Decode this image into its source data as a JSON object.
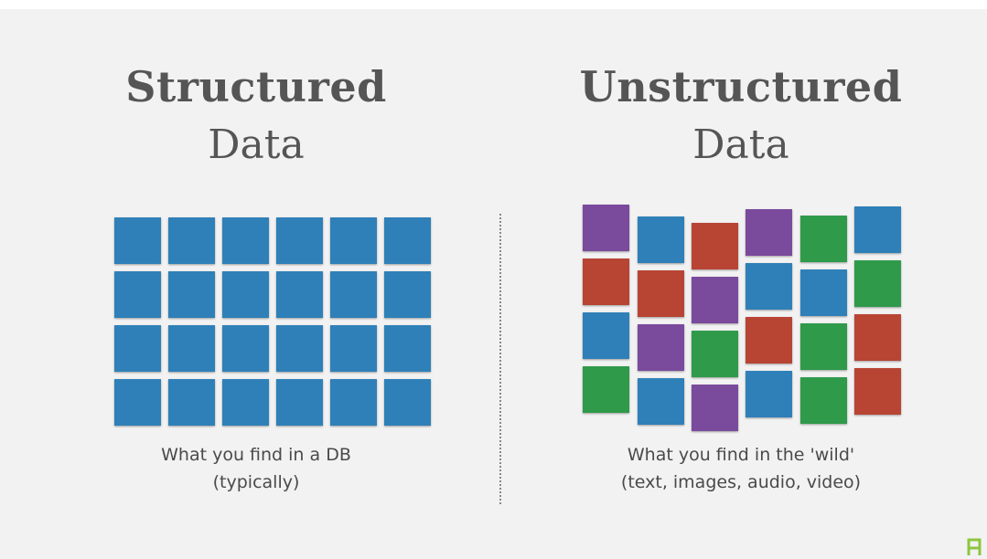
{
  "left": {
    "title_bold": "Structured",
    "title_light": "Data",
    "caption_line1": "What you find in a DB",
    "caption_line2": "(typically)"
  },
  "right": {
    "title_bold": "Unstructured",
    "title_light": "Data",
    "caption_line1": "What you find in the 'wild'",
    "caption_line2": "(text, images, audio, video)"
  },
  "colors": {
    "blue": "#2f80b8",
    "red": "#b84434",
    "purple": "#7a4a9c",
    "green": "#2f9a4a",
    "background": "#f2f2f2",
    "logo": "#8cc63f"
  },
  "structured_grid": {
    "rows": 4,
    "columns": 6,
    "color": "blue"
  },
  "unstructured_columns": [
    [
      "purple",
      "red",
      "blue",
      "green"
    ],
    [
      "blue",
      "red",
      "purple",
      "blue"
    ],
    [
      "red",
      "purple",
      "green",
      "purple"
    ],
    [
      "purple",
      "blue",
      "red",
      "blue"
    ],
    [
      "green",
      "blue",
      "green",
      "green"
    ],
    [
      "blue",
      "green",
      "red",
      "red"
    ]
  ],
  "icons": {
    "logo": "brand-logo-icon"
  }
}
